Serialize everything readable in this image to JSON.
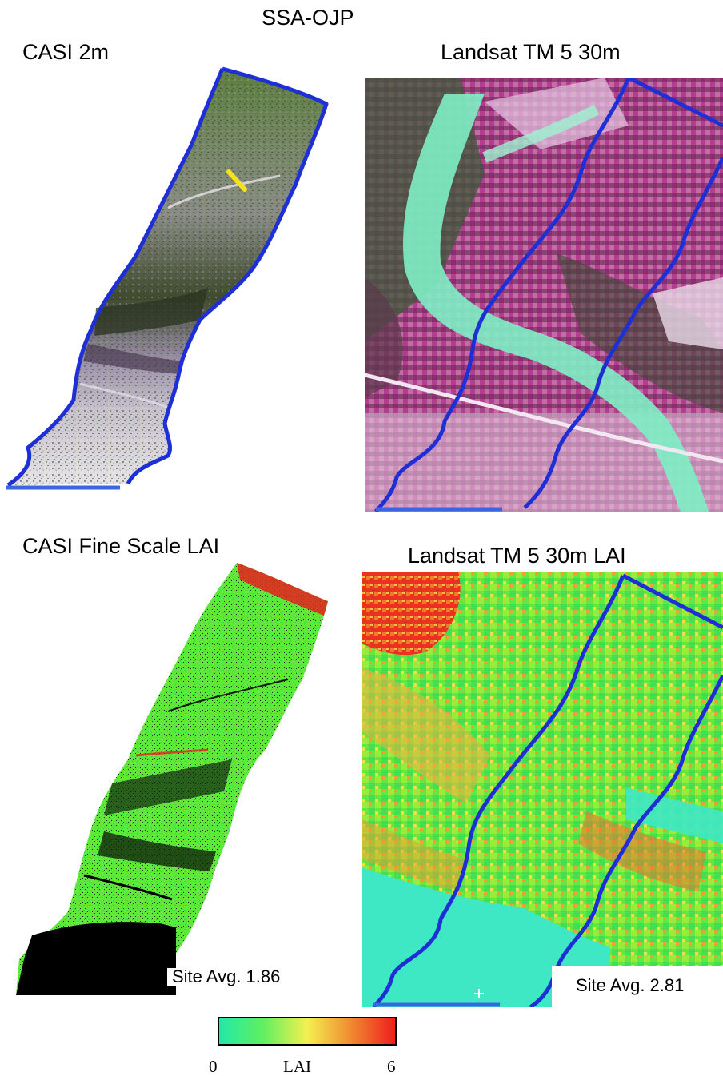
{
  "figure": {
    "title": "SSA-OJP",
    "panels": {
      "casi_rgb": {
        "label": "CASI 2m"
      },
      "landsat_rgb": {
        "label": "Landsat TM 5 30m"
      },
      "casi_lai": {
        "label": "CASI Fine Scale LAI",
        "site_avg": "Site Avg. 1.86"
      },
      "landsat_lai": {
        "label": "Landsat TM 5 30m LAI",
        "site_avg": "Site Avg. 2.81"
      }
    },
    "legend": {
      "min": "0",
      "label": "LAI",
      "max": "6",
      "colors": [
        "#22e8a8",
        "#60f060",
        "#f4f050",
        "#f08a30",
        "#ee1e1e"
      ]
    },
    "colors": {
      "boundary": "#1e2fd6",
      "scale_bar": "#3a66e6",
      "flight_line": "#f5e21a"
    }
  }
}
